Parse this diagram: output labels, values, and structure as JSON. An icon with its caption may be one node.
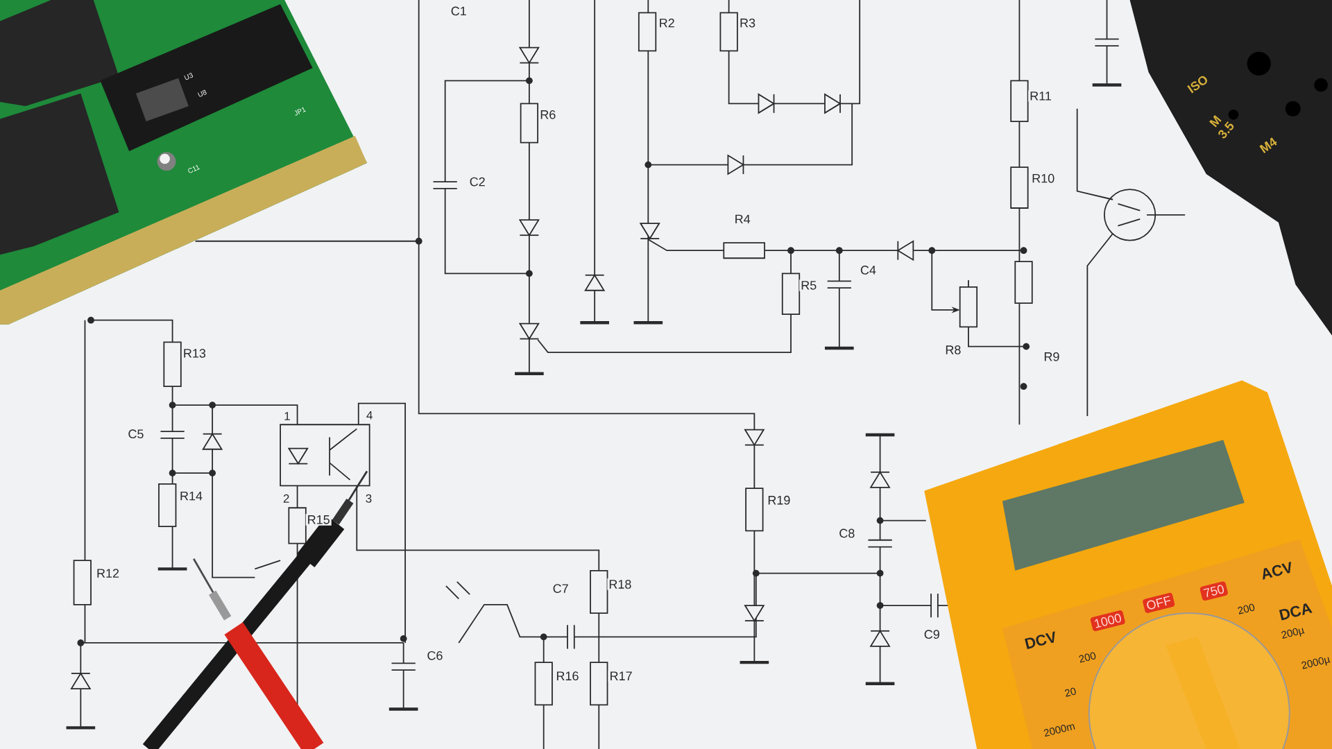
{
  "diagram": {
    "labels": [
      "C1",
      "R2",
      "R3",
      "R6",
      "C2",
      "R11",
      "R10",
      "R4",
      "R5",
      "C4",
      "R13",
      "R8",
      "R9",
      "C5",
      "R14",
      "1",
      "4",
      "2",
      "3",
      "R15",
      "R12",
      "C7",
      "R18",
      "C6",
      "R16",
      "R17",
      "R19",
      "C8",
      "C9",
      "U3",
      "U8",
      "JP1",
      "C11",
      "ISO",
      "M 3.5",
      "M4",
      "DCV",
      "1000",
      "OFF",
      "750",
      "ACV",
      "DCA",
      "200",
      "20",
      "2000m",
      "200",
      "200µ",
      "2000µ"
    ]
  }
}
